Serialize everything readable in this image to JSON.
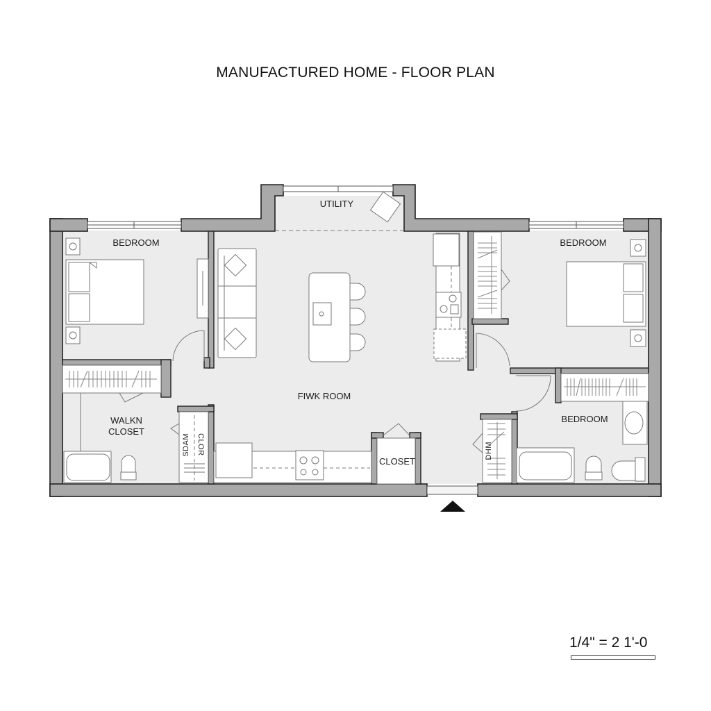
{
  "title": "MANUFACTURED HOME - FLOOR PLAN",
  "rooms": {
    "utility": "UTILITY",
    "bedroom_left": "BEDROOM",
    "bedroom_right": "BEDROOM",
    "bedroom_bath": "BEDROOM",
    "family_room": "FIWK ROOM",
    "walkin_closet_line1": "WALKN",
    "walkin_closet_line2": "CLOSET",
    "closet": "CLOSET",
    "wash_label": "SDAM",
    "clos_label": "CLOR",
    "dhm_label": "DHM"
  },
  "scale": {
    "text": "1/4\" = 2  1'-0"
  },
  "colors": {
    "wall_fill": "#a9a9a9",
    "wall_stroke": "#222222",
    "floor": "#ececec",
    "fixture_fill": "#ffffff",
    "fixture_stroke": "#6e6e6e",
    "entry_marker": "#111111"
  },
  "icons": {
    "entry_marker": "triangle-up",
    "windows": 3
  }
}
